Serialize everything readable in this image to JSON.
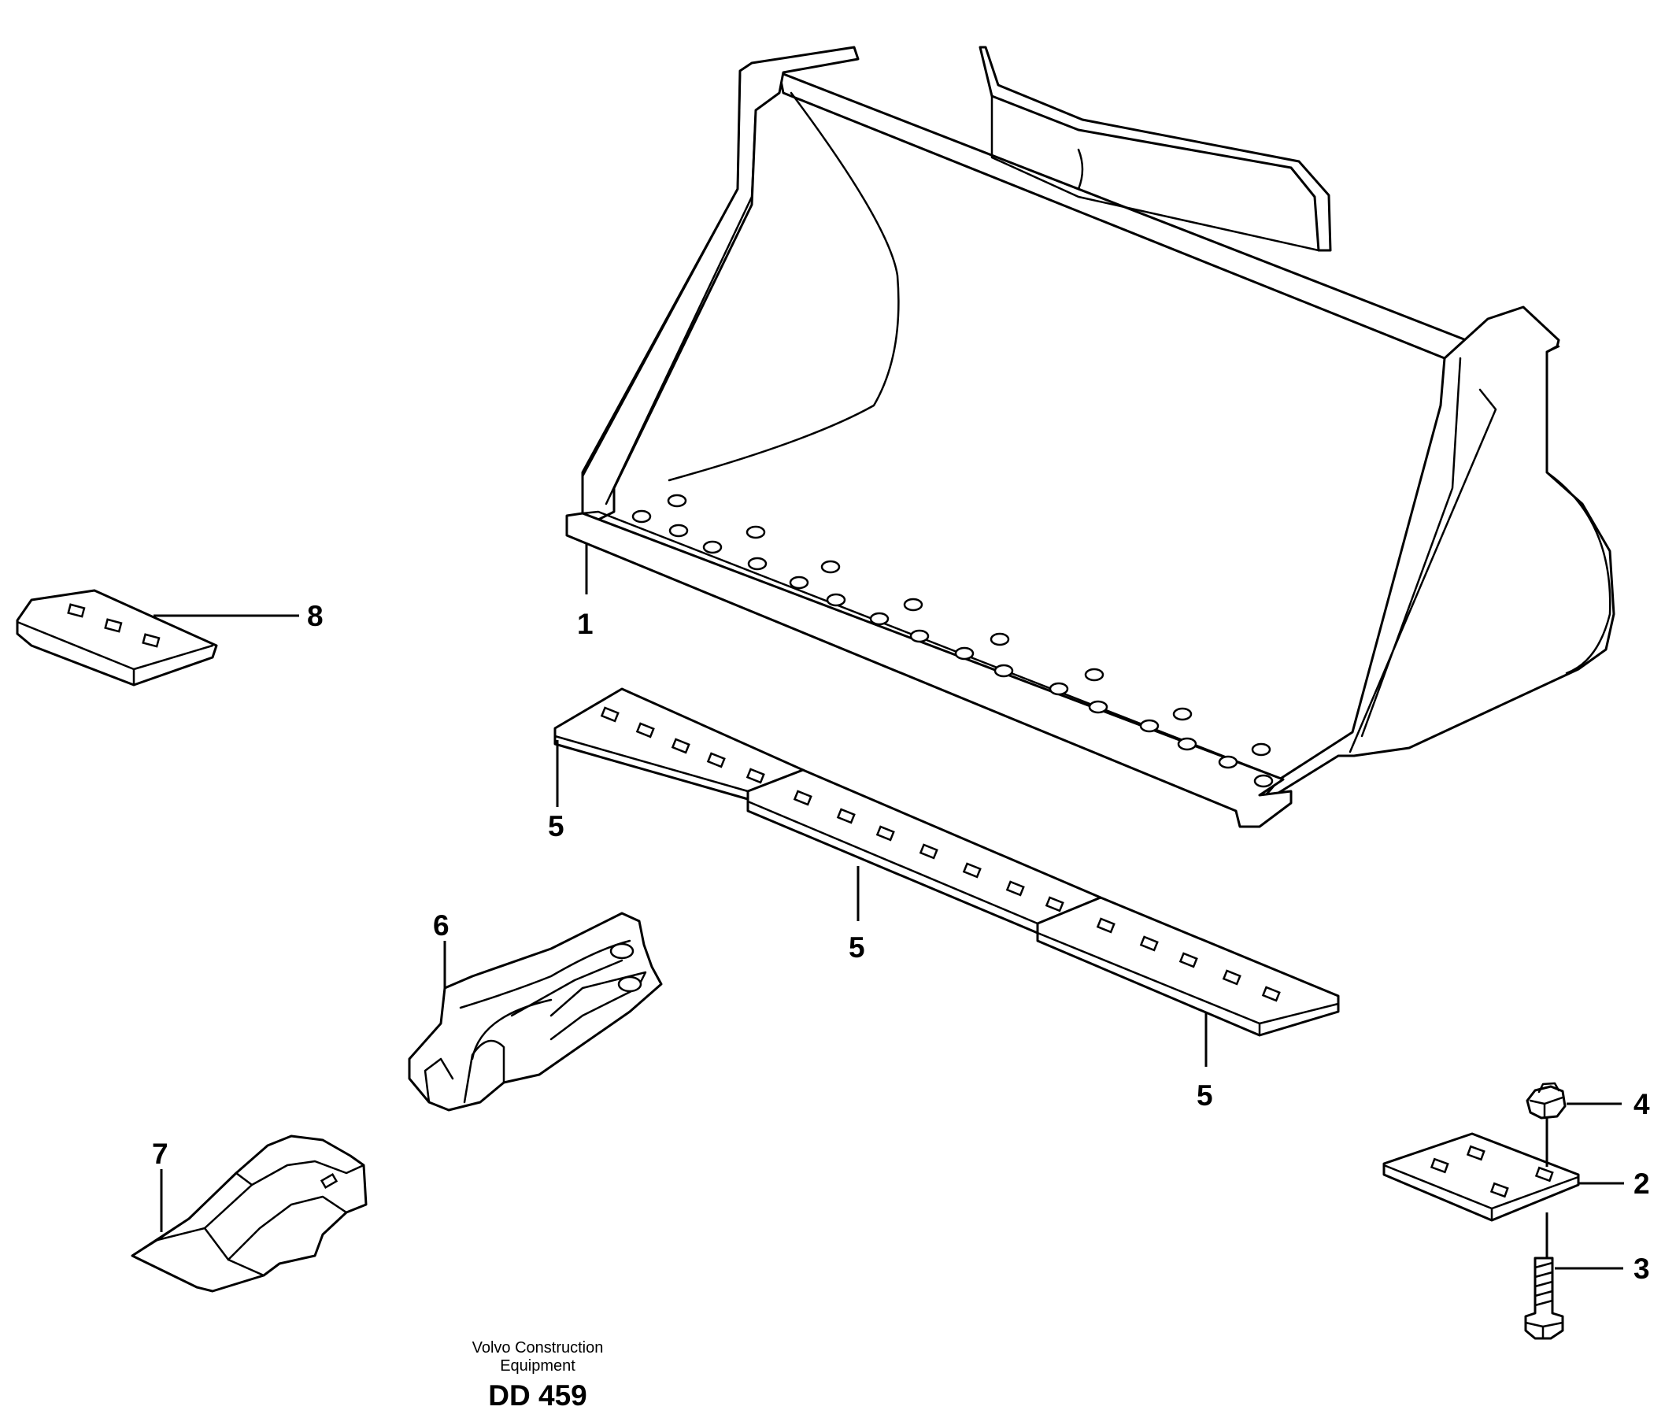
{
  "callouts": {
    "bucket": "1",
    "wear_plate": "2",
    "bolt": "3",
    "nut": "4",
    "edge_segment_left": "5",
    "edge_segment_middle": "5",
    "edge_segment_right": "5",
    "tooth_adapter": "6",
    "tooth": "7",
    "corner_segment": "8"
  },
  "footer": {
    "line1": "Volvo Construction",
    "line2": "Equipment",
    "code": "DD 459"
  }
}
